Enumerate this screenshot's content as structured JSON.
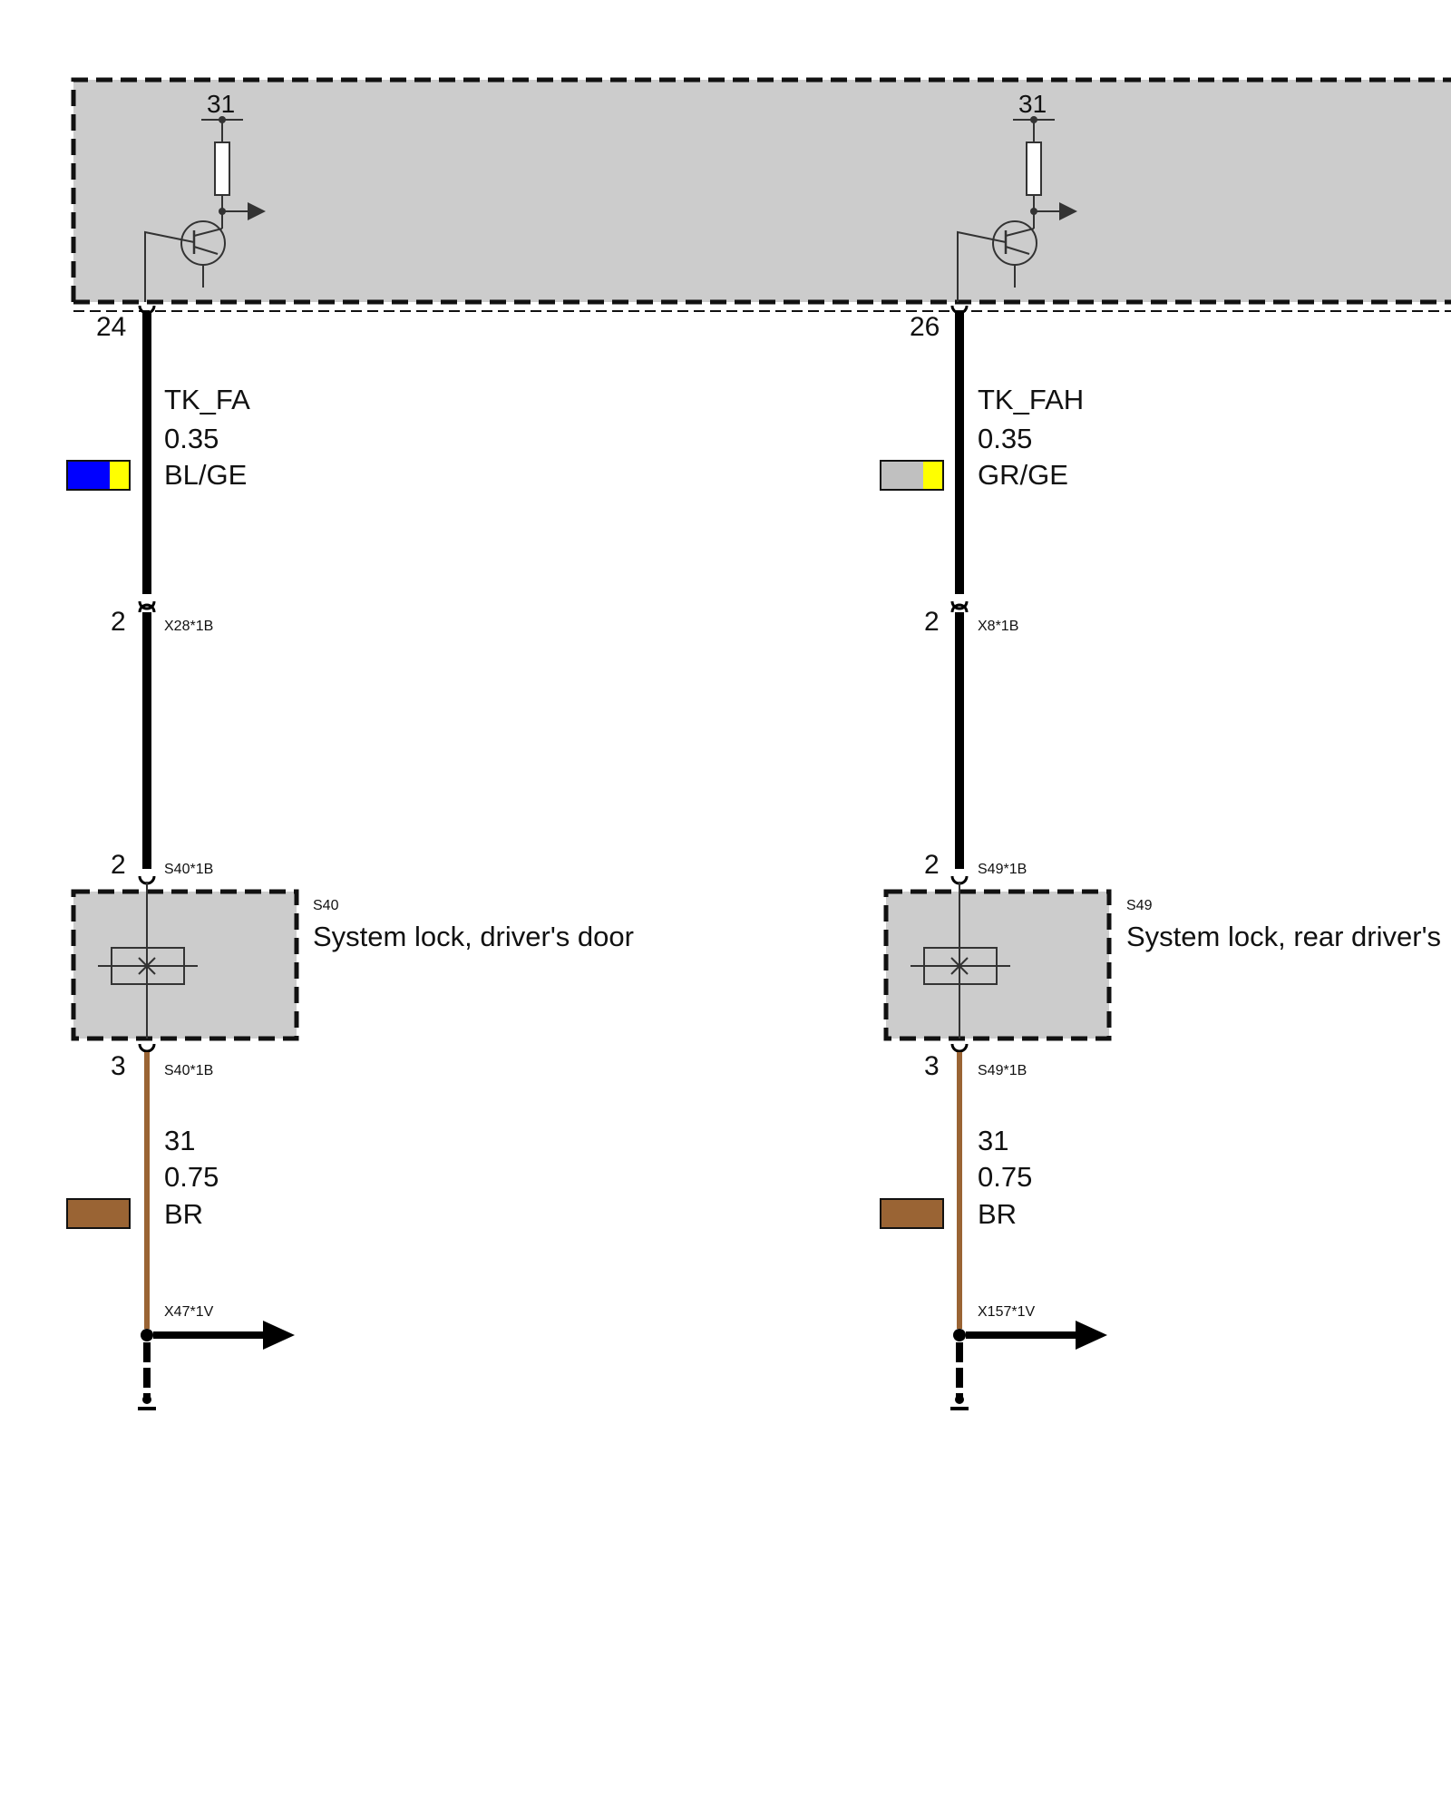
{
  "control_unit": {
    "ground_label_left": "31",
    "ground_label_right": "31"
  },
  "circuits": [
    {
      "id": "left",
      "unit_pin": "24",
      "signal": "TK_FA",
      "cross_section": "0.35",
      "color_code": "BL/GE",
      "color_swatch": [
        "#0000ff",
        "#ffff00"
      ],
      "connector_pin": "2",
      "connector": "X28*1B",
      "switch_in_pin": "2",
      "switch_in_connector": "S40*1B",
      "switch_id": "S40",
      "switch_name": "System lock, driver's door",
      "switch_out_pin": "3",
      "switch_out_connector": "S40*1B",
      "ground_signal": "31",
      "ground_cross_section": "0.75",
      "ground_color_code": "BR",
      "ground_swatch": "#9a6434",
      "ground_connector": "X47*1V"
    },
    {
      "id": "right",
      "unit_pin": "26",
      "signal": "TK_FAH",
      "cross_section": "0.35",
      "color_code": "GR/GE",
      "color_swatch": [
        "#c0c0c0",
        "#ffff00"
      ],
      "connector_pin": "2",
      "connector": "X8*1B",
      "switch_in_pin": "2",
      "switch_in_connector": "S49*1B",
      "switch_id": "S49",
      "switch_name": "System lock, rear driver's",
      "switch_out_pin": "3",
      "switch_out_connector": "S49*1B",
      "ground_signal": "31",
      "ground_cross_section": "0.75",
      "ground_color_code": "BR",
      "ground_swatch": "#9a6434",
      "ground_connector": "X157*1V"
    }
  ],
  "colors": {
    "module_fill": "#cccccc",
    "signal_wire": "#000000",
    "ground_wire": "#9a6434"
  }
}
